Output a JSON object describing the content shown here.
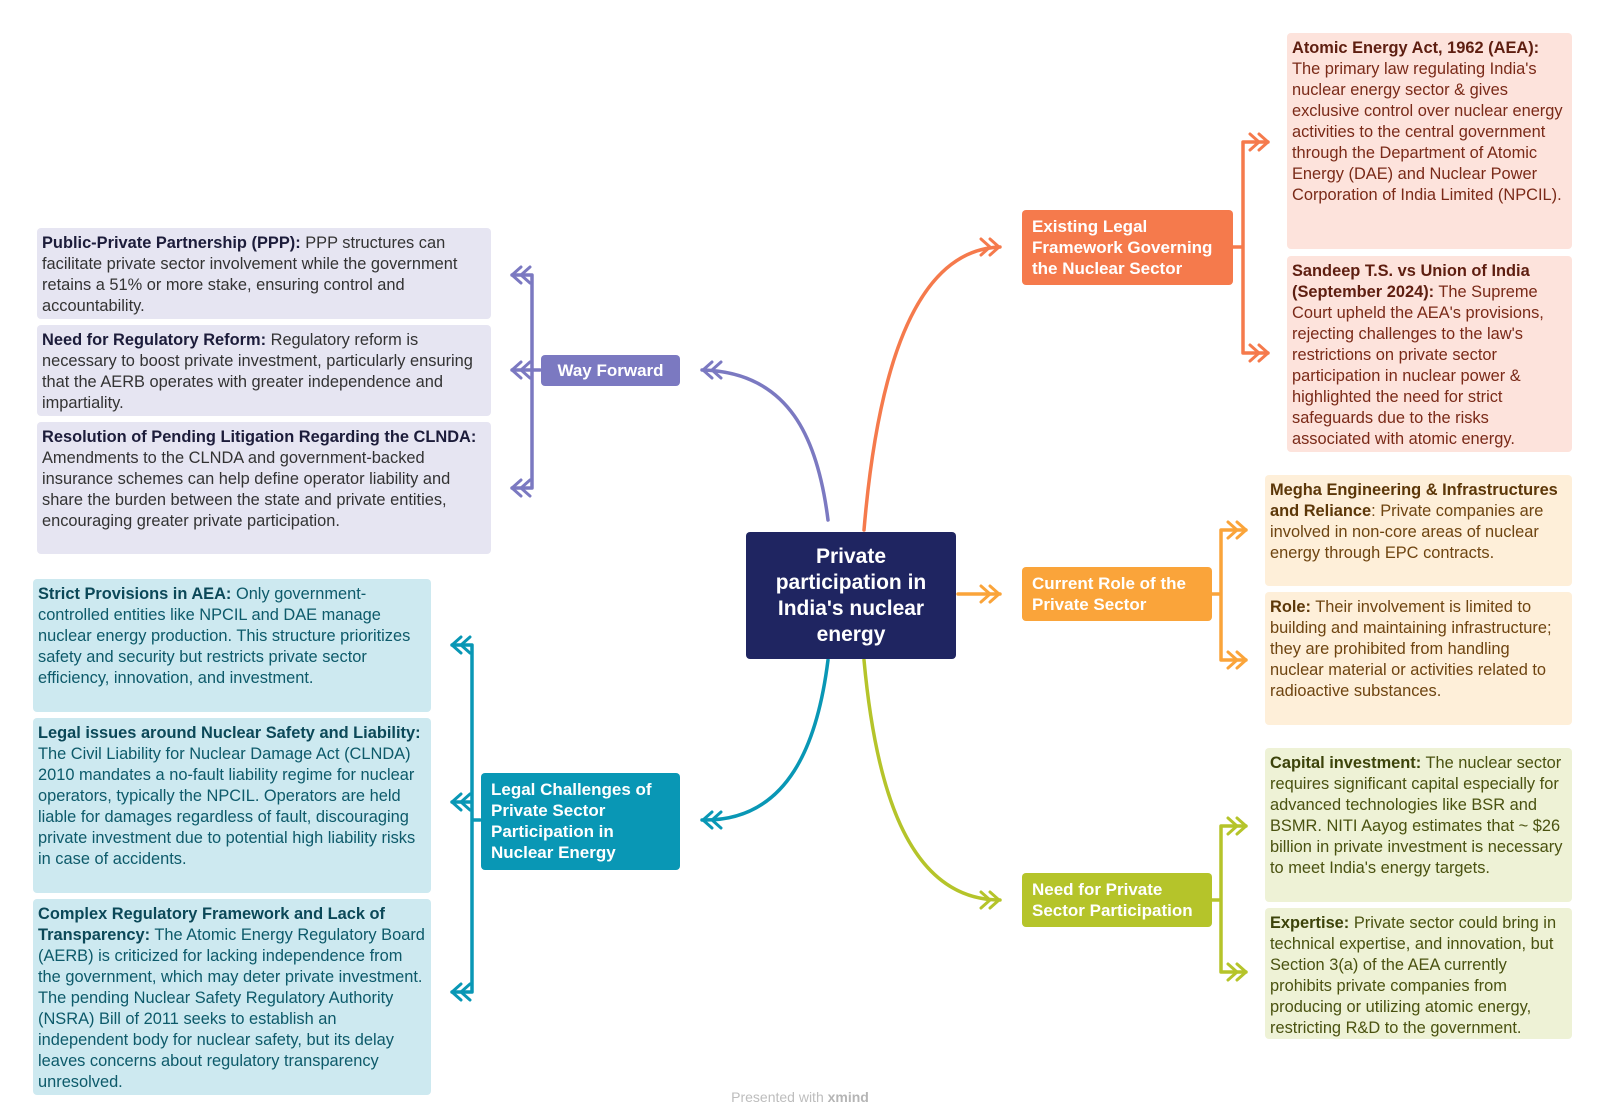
{
  "central": {
    "title": "Private participation in India's nuclear energy"
  },
  "colors": {
    "center": "#1f2561",
    "way_forward": "#7b79c1",
    "legal_challenges": "#0997b5",
    "existing_legal": "#f57a4c",
    "current_role": "#faa43a",
    "need": "#b5c42a"
  },
  "branches": {
    "way_forward": {
      "label": "Way Forward",
      "items": [
        {
          "title": "Public-Private Partnership (PPP):",
          "body": " PPP structures can facilitate private sector involvement while the government retains a 51% or more stake, ensuring control and accountability."
        },
        {
          "title": "Need for Regulatory Reform:",
          "body": " Regulatory reform is necessary to boost private investment, particularly ensuring that the AERB operates with greater independence and impartiality."
        },
        {
          "title": "Resolution of Pending Litigation Regarding the CLNDA:",
          "body": "  Amendments to the CLNDA and government-backed insurance schemes can help define operator liability and share the burden between the state and private entities, encouraging greater private participation."
        }
      ]
    },
    "legal_challenges": {
      "label": "Legal Challenges of Private Sector Participation in Nuclear Energy",
      "items": [
        {
          "title": "Strict Provisions in AEA:",
          "body": " Only government-controlled entities like NPCIL and DAE manage nuclear energy production. This structure prioritizes safety and security but restricts private sector efficiency, innovation, and investment."
        },
        {
          "title": "Legal issues around Nuclear Safety and Liability:",
          "body": " The Civil Liability for Nuclear Damage Act (CLNDA) 2010 mandates a no-fault liability regime for nuclear operators, typically the NPCIL. Operators are held liable for damages regardless of fault, discouraging private investment due to potential high liability risks in case of accidents."
        },
        {
          "title": "Complex Regulatory Framework and Lack of Transparency:",
          "body": " The Atomic Energy Regulatory Board (AERB) is criticized for lacking independence from the government, which may deter private investment. The pending Nuclear Safety Regulatory Authority (NSRA) Bill of 2011 seeks to establish an independent body for nuclear safety, but its delay leaves concerns about regulatory transparency unresolved."
        }
      ]
    },
    "existing_legal": {
      "label": "Existing Legal Framework Governing the Nuclear Sector",
      "items": [
        {
          "title": "Atomic Energy Act, 1962 (AEA):",
          "body": " The primary law regulating India's nuclear energy sector & gives exclusive control over nuclear energy activities to the central government through the Department of Atomic Energy (DAE) and Nuclear Power Corporation of India Limited (NPCIL)."
        },
        {
          "title": "Sandeep T.S. vs Union of India (September 2024):",
          "body": " The Supreme Court upheld the AEA's provisions, rejecting challenges to the law's restrictions on private sector participation in nuclear power & highlighted the need for strict safeguards due to the risks associated with atomic energy."
        }
      ]
    },
    "current_role": {
      "label": "Current Role of the Private Sector",
      "items": [
        {
          "title": "Megha Engineering & Infrastructures and Reliance",
          "body": ": Private companies are involved in non-core areas of nuclear energy through EPC contracts."
        },
        {
          "title": "Role:",
          "body": " Their involvement is limited to building and maintaining infrastructure; they are prohibited from handling nuclear material or activities related to radioactive substances."
        }
      ]
    },
    "need": {
      "label": "Need for Private Sector Participation",
      "items": [
        {
          "title": "Capital investment:",
          "body": " The nuclear sector requires significant capital especially for advanced technologies like BSR and BSMR. NITI Aayog estimates that ~ $26 billion in private investment is necessary to meet India's energy targets."
        },
        {
          "title": "Expertise:",
          "body": " Private sector could bring in technical expertise, and innovation, but Section 3(a) of the AEA currently prohibits private companies from producing or utilizing atomic energy, restricting R&D to the government."
        }
      ]
    }
  },
  "footer": {
    "prefix": "Presented with ",
    "brand": "xmind"
  }
}
